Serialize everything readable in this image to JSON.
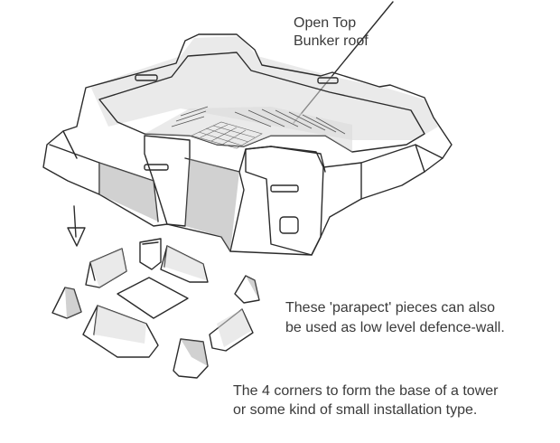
{
  "labels": {
    "top": [
      "Open Top",
      "Bunker roof"
    ],
    "parapet": [
      "These 'parapect' pieces can also",
      "be used as low level defence-wall."
    ],
    "corners": [
      "The 4 corners to form the base of a tower",
      "or some kind of small installation type."
    ]
  },
  "colors": {
    "ink": "#2b2b2b",
    "text": "#3a3a3a",
    "shade": "#d8d8d8"
  }
}
